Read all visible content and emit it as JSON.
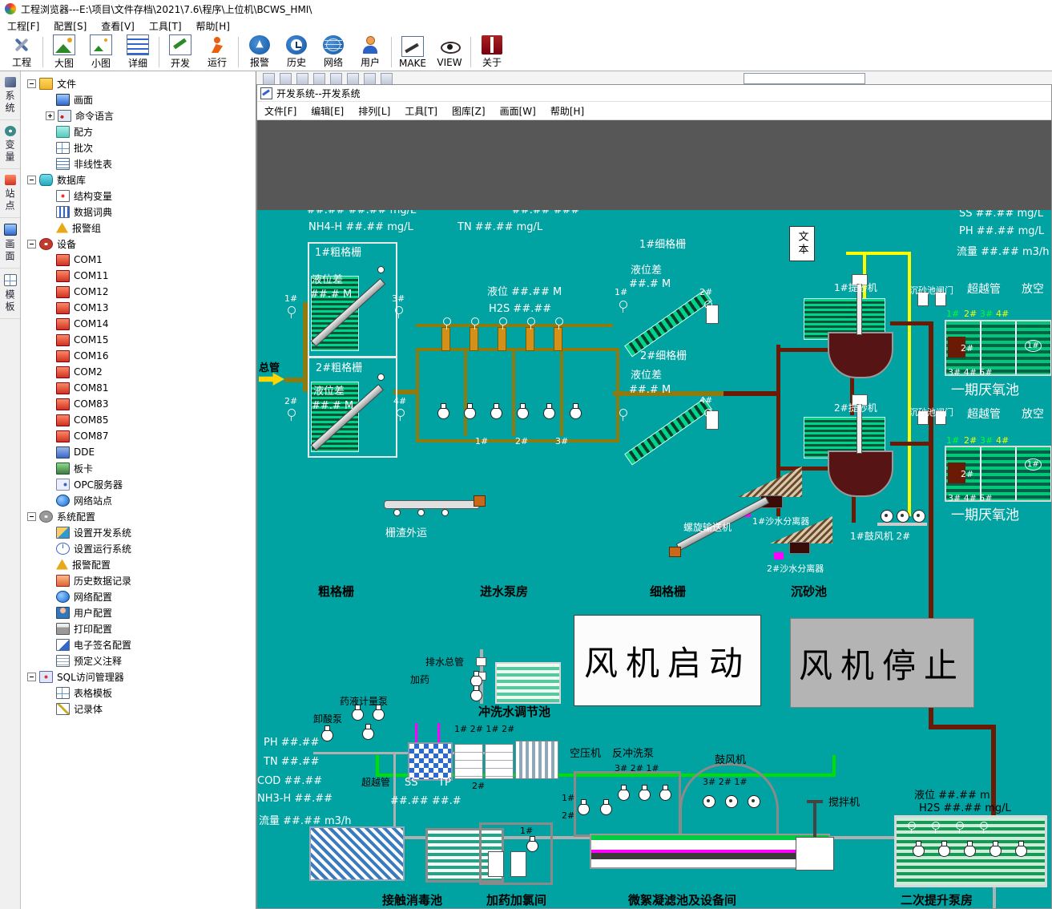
{
  "app": {
    "title": "工程浏览器---E:\\项目\\文件存档\\2021\\7.6\\程序\\上位机\\BCWS_HMI\\"
  },
  "menu": {
    "items": [
      "工程[F]",
      "配置[S]",
      "查看[V]",
      "工具[T]",
      "帮助[H]"
    ]
  },
  "toolbar": {
    "items": [
      "工程",
      "大图",
      "小图",
      "详细",
      "开发",
      "运行",
      "报警",
      "历史",
      "网络",
      "用户",
      "MAKE",
      "VIEW",
      "关于"
    ]
  },
  "side_tabs": {
    "items": [
      "系统",
      "变量",
      "站点",
      "画面",
      "模板"
    ]
  },
  "tree": {
    "items": [
      "文件",
      "画面",
      "命令语言",
      "配方",
      "批次",
      "非线性表",
      "数据库",
      "结构变量",
      "数据词典",
      "报警组",
      "设备",
      "COM1",
      "COM11",
      "COM12",
      "COM13",
      "COM14",
      "COM15",
      "COM16",
      "COM2",
      "COM81",
      "COM83",
      "COM85",
      "COM87",
      "DDE",
      "板卡",
      "OPC服务器",
      "网络站点",
      "系统配置",
      "设置开发系统",
      "设置运行系统",
      "报警配置",
      "历史数据记录",
      "网络配置",
      "用户配置",
      "打印配置",
      "电子签名配置",
      "预定义注释",
      "SQL访问管理器",
      "表格模板",
      "记录体"
    ]
  },
  "dev": {
    "title": "开发系统--开发系统",
    "menu": [
      "文件[F]",
      "编辑[E]",
      "排列[L]",
      "工具[T]",
      "图库[Z]",
      "画面[W]",
      "帮助[H]"
    ]
  },
  "scada": {
    "readouts": {
      "clip1": "##.## ##.## mg/L",
      "clip2": "##.## ###",
      "nh4": "NH4-H  ##.## mg/L",
      "tn": "TN   ##.## mg/L",
      "ss_r": "SS  ##.## mg/L",
      "ph_r": "PH  ##.## mg/L",
      "flow_r": "流量  ##.## m3/h",
      "level": "液位  ##.## M",
      "h2s": "H2S  ##.##",
      "lvl_diff": "液位差",
      "lvl_val": "##.# M",
      "ph": "PH  ##.##",
      "tn_l": "TN  ##.##",
      "cod": "COD ##.##",
      "nh3": "NH3-H ##.##",
      "flow_l": "流量 ##.## m3/h",
      "sstp": "##.##  ##.#",
      "level_m": "液位 ##.## m",
      "h2s2": "H2S ##.## mg/L"
    },
    "labels": {
      "cg1": "1#粗格栅",
      "cg2": "2#粗格栅",
      "fg1": "1#细格栅",
      "fg2": "2#细格栅",
      "main": "总管",
      "textbox": "文本",
      "tisha1": "1#提砂机",
      "tisha2": "2#提砂机",
      "gate": "沉砂池闸门",
      "bypass": "超越管",
      "vent": "放空",
      "anoxic": "一期厌氧池",
      "screw": "螺旋输送机",
      "sep1": "1#沙水分离器",
      "sep2": "2#沙水分离器",
      "blower12": "1#鼓风机 2#",
      "slag": "栅渣外运",
      "sec_coarse": "粗格栅",
      "sec_pump": "进水泵房",
      "sec_fine": "细格栅",
      "sec_grit": "沉砂池",
      "drain": "排水总管",
      "dose": "加药",
      "flush": "冲洗水调节池",
      "meter_pump": "药液计量泵",
      "acid_pump": "卸酸泵",
      "air": "空压机",
      "backwash": "反冲洗泵",
      "blower": "鼓风机",
      "mixer": "搅拌机",
      "ss": "SS",
      "tp": "TP",
      "sec_contact": "接触消毒池",
      "sec_chem": "加药加氯间",
      "sec_filter": "微絮凝滤池及设备间",
      "sec_lift": "二次提升泵房"
    },
    "numbers": {
      "n1": "1#",
      "n2": "2#",
      "n3": "3#",
      "n4": "4#",
      "n345": "3# 4# 5#",
      "n321": "3#  2#  1#",
      "n1212": "1#  2#   1#  2#"
    },
    "buttons": {
      "start": "风机启动",
      "stop": "风机停止"
    }
  }
}
